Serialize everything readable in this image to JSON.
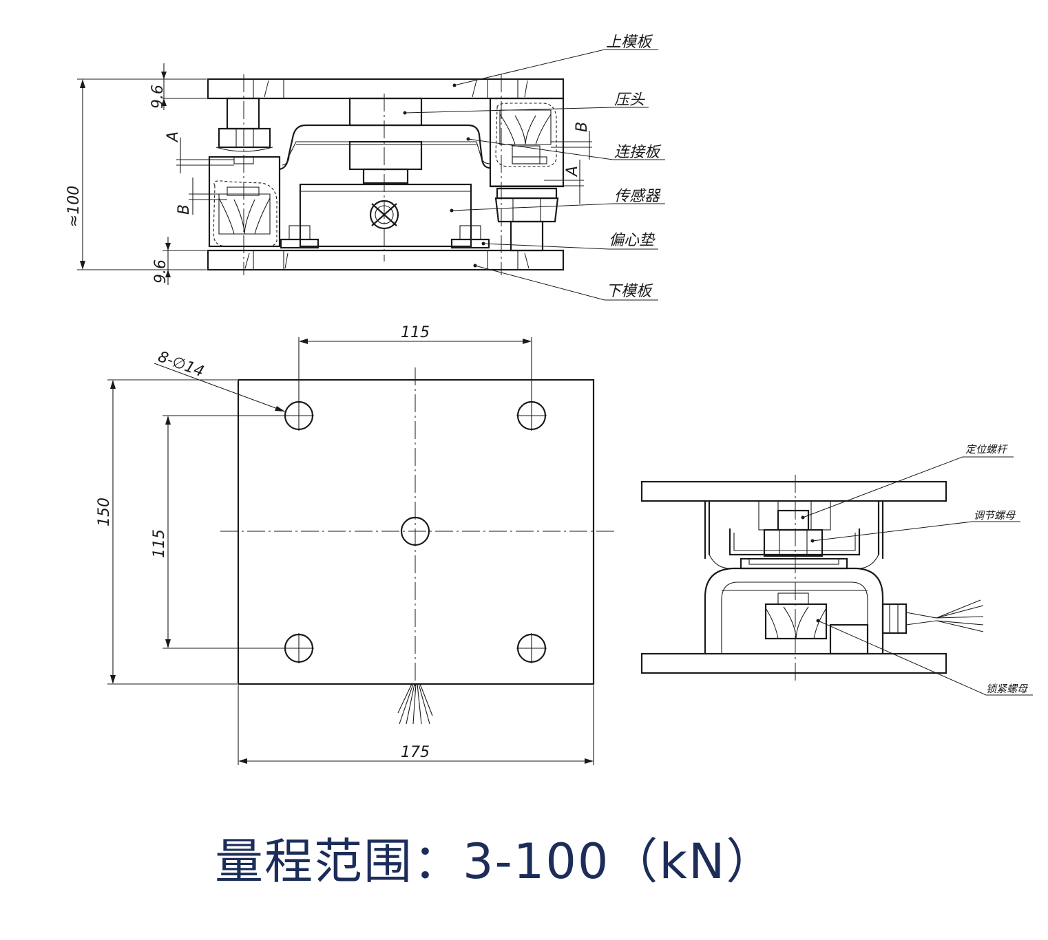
{
  "labels": {
    "upper_plate": "上模板",
    "pressure_head": "压头",
    "connecting_plate": "连接板",
    "sensor": "传感器",
    "eccentric_pad": "偏心垫",
    "lower_plate": "下模板",
    "positioning_screw": "定位螺杆",
    "adjusting_nut": "调节螺母",
    "lock_nut": "锁紧螺母"
  },
  "dimensions": {
    "plate_thickness_top": "9.6",
    "plate_thickness_bottom": "9.6",
    "height": "≈100",
    "gap_a": "A",
    "gap_b": "B",
    "hole_spacing_x": "115",
    "hole_spacing_y": "115",
    "plate_width": "175",
    "plate_depth": "150",
    "plate_depth_ghost": "150",
    "holes": "8-∅14"
  },
  "footer": {
    "range": "量程范围：3-100（kN）"
  },
  "colors": {
    "line": "#1a1a1a",
    "footer_text": "#1c2d5a"
  }
}
